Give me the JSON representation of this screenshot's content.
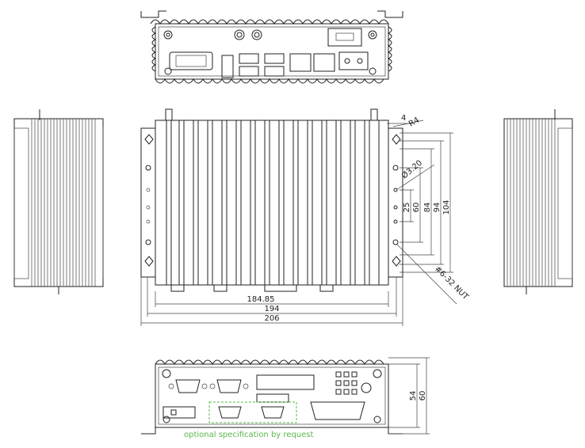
{
  "dimensions": {
    "width_inner": "184.85",
    "width_mid": "194",
    "width_outer": "206",
    "corner_radius": "R4",
    "edge_offset": "4",
    "hole_diameter": "Ø3.20",
    "hole_spacing_25": "25",
    "hole_spacing_60": "60",
    "hole_spacing_84": "84",
    "hole_spacing_94": "94",
    "hole_spacing_104": "104",
    "nut_spec": "#6-32 NUT",
    "height_54": "54",
    "height_60": "60"
  },
  "notes": {
    "optional": "optional specification by request"
  },
  "colors": {
    "line": "#222222",
    "optional_outline": "#58b84a"
  }
}
